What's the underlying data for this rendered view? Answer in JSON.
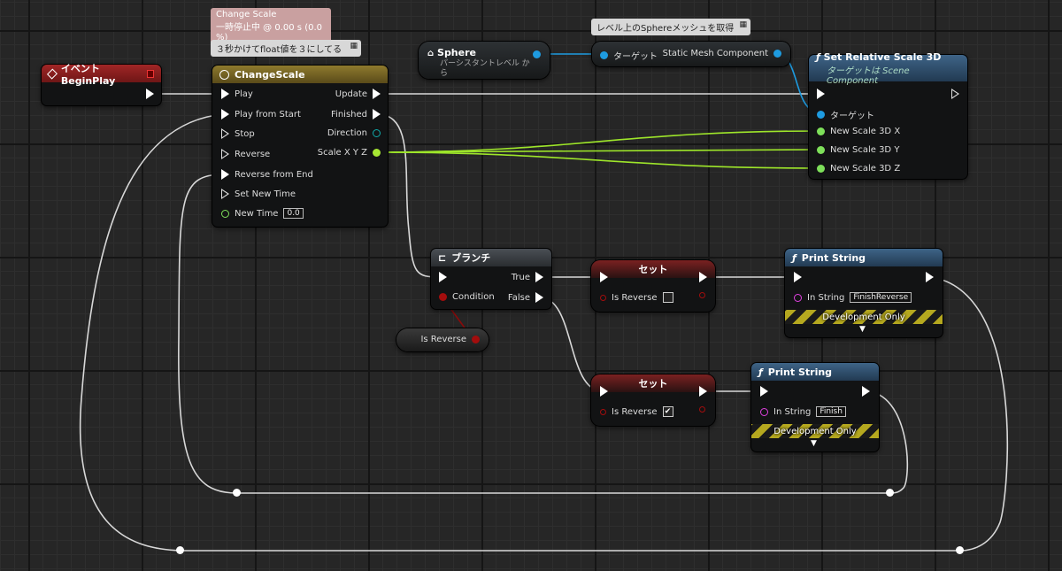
{
  "colors": {
    "exec_wire": "#d8d8d8",
    "vector_wire": "#9ee62a",
    "object_wire": "#1e9be0",
    "bool_wire": "#8a0a0a",
    "event_header": "#8a1c1c",
    "timeline_header": "#7b6a2a",
    "function_header": "#2c4d6b",
    "set_header": "#6b1e1e"
  },
  "comments": {
    "timeline_status_title": "Change Scale",
    "timeline_status_line": "一時停止中 @ 0.00 s (0.0 %)",
    "timeline_note": "３秒かけてfloat値を３にしてる",
    "mesh_note": "レベル上のSphereメッシュを取得"
  },
  "event_node": {
    "title": "イベント BeginPlay"
  },
  "timeline_node": {
    "title": "ChangeScale",
    "inputs": [
      "Play",
      "Play from Start",
      "Stop",
      "Reverse",
      "Reverse from End",
      "Set New Time"
    ],
    "new_time_label": "New Time",
    "new_time_value": "0.0",
    "outputs": {
      "update": "Update",
      "finished": "Finished",
      "direction": "Direction",
      "scale": "Scale X Y Z"
    }
  },
  "sphere_node": {
    "title": "Sphere",
    "subtitle": "パーシスタントレベル から"
  },
  "get_component_node": {
    "target": "ターゲット",
    "output": "Static Mesh Component"
  },
  "set_scale_node": {
    "title": "Set Relative Scale 3D",
    "subtitle": "ターゲットは Scene Component",
    "target": "ターゲット",
    "pins": [
      "New Scale 3D X",
      "New Scale 3D Y",
      "New Scale 3D Z"
    ]
  },
  "branch_node": {
    "title": "ブランチ",
    "condition": "Condition",
    "true_label": "True",
    "false_label": "False"
  },
  "is_reverse_get": {
    "label": "Is Reverse"
  },
  "set_node_1": {
    "title": "セット",
    "var": "Is Reverse",
    "checked": false
  },
  "set_node_2": {
    "title": "セット",
    "var": "Is Reverse",
    "checked": true
  },
  "print_1": {
    "title": "Print String",
    "in_label": "In String",
    "value": "FinishReverse",
    "dev": "Development Only"
  },
  "print_2": {
    "title": "Print String",
    "in_label": "In String",
    "value": "Finish",
    "dev": "Development Only"
  }
}
